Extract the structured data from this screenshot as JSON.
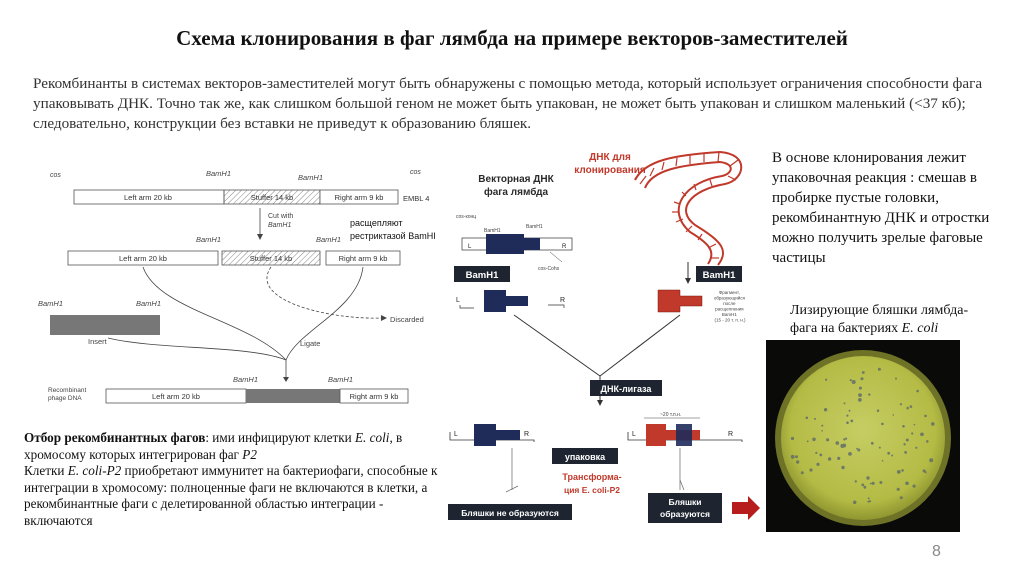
{
  "slide": {
    "title": "Схема клонирования в фаг лямбда на примере векторов-заместителей",
    "intro": "Рекомбинанты в системах векторов-заместителей могут быть обнаружены с помощью метода, который использует ограничения способности фага упаковывать ДНК. Точно так же, как слишком большой геном не может быть упакован, не может быть упакован и слишком маленький (<37 кб); следовательно, конструкции без вставки не приведут к образованию бляшек.",
    "page_number": "8"
  },
  "right_panel": {
    "text": "В основе клонирования лежит упаковочная реакция : смешав в пробирке пустые головки, рекомбинантную ДНК и отростки можно получить зрелые фаговые частицы",
    "caption_main": "Лизирующие бляшки лямбда-фага на бактериях ",
    "caption_species": "E. coli"
  },
  "bottom_text": {
    "p1_bold": "Отбор рекомбинантных фагов",
    "p1_a": ": ими инфицируют клетки ",
    "p1_species": "E. coli",
    "p1_b": ", в хромосому которых интегрирован фаг ",
    "p1_phage": "P2",
    "p2_a": "Клетки ",
    "p2_species": "E. coli-P2",
    "p2_b": " приобретают иммунитет на бактериофаги, способные к интеграции в хромосому: полноценные фаги не включаются в клетки, а рекомбинантные фаги с делетированной областью интеграции - включаются"
  },
  "left_diagram": {
    "cos": "cos",
    "bamh1": "BamH1",
    "left_arm": "Left arm 20 kb",
    "stuffer": "Stuffer 14 kb",
    "right_arm": "Right arm 9 kb",
    "vector_name": "EMBL 4",
    "cut_with": "Cut with",
    "cut_enzyme": "BamH1",
    "ru_note_line1": "расщепляют",
    "ru_note_line2": "рестриктазой BamHI",
    "insert": "Insert",
    "discarded": "Discarded",
    "ligate": "Ligate",
    "recombinant_line1": "Recombinant",
    "recombinant_line2": "phage DNA"
  },
  "right_diagram": {
    "vector_dna_line1": "Векторная ДНК",
    "vector_dna_line2": "фага лямбда",
    "dna_for_cloning_line1": "ДНК для",
    "dna_for_cloning_line2": "клонирования",
    "cos_left": "cos-конц",
    "cos_right": "cos-Cohs",
    "bamh1_box": "BamH1",
    "L": "L",
    "R": "R",
    "bamh1_small": "BamH1",
    "fragment_note": "Фрагмент, образующийся после расщепления BamH1 (15 - 20 т. п. н.)",
    "ligase": "ДНК-лигаза",
    "size_note": "~20 т.п.н.",
    "packaging": "упаковка",
    "transformation_line1": "Трансформа-",
    "transformation_line2": "ция E. coli-P2",
    "no_plaques": "Бляшки не образуются",
    "plaques_line1": "Бляшки",
    "plaques_line2": "образуются"
  },
  "colors": {
    "vector_blue": "#1f2c5a",
    "insert_red": "#c0392b",
    "dark_red_arrow": "#b81d1d",
    "plate_agar": "#c9cf5a"
  }
}
